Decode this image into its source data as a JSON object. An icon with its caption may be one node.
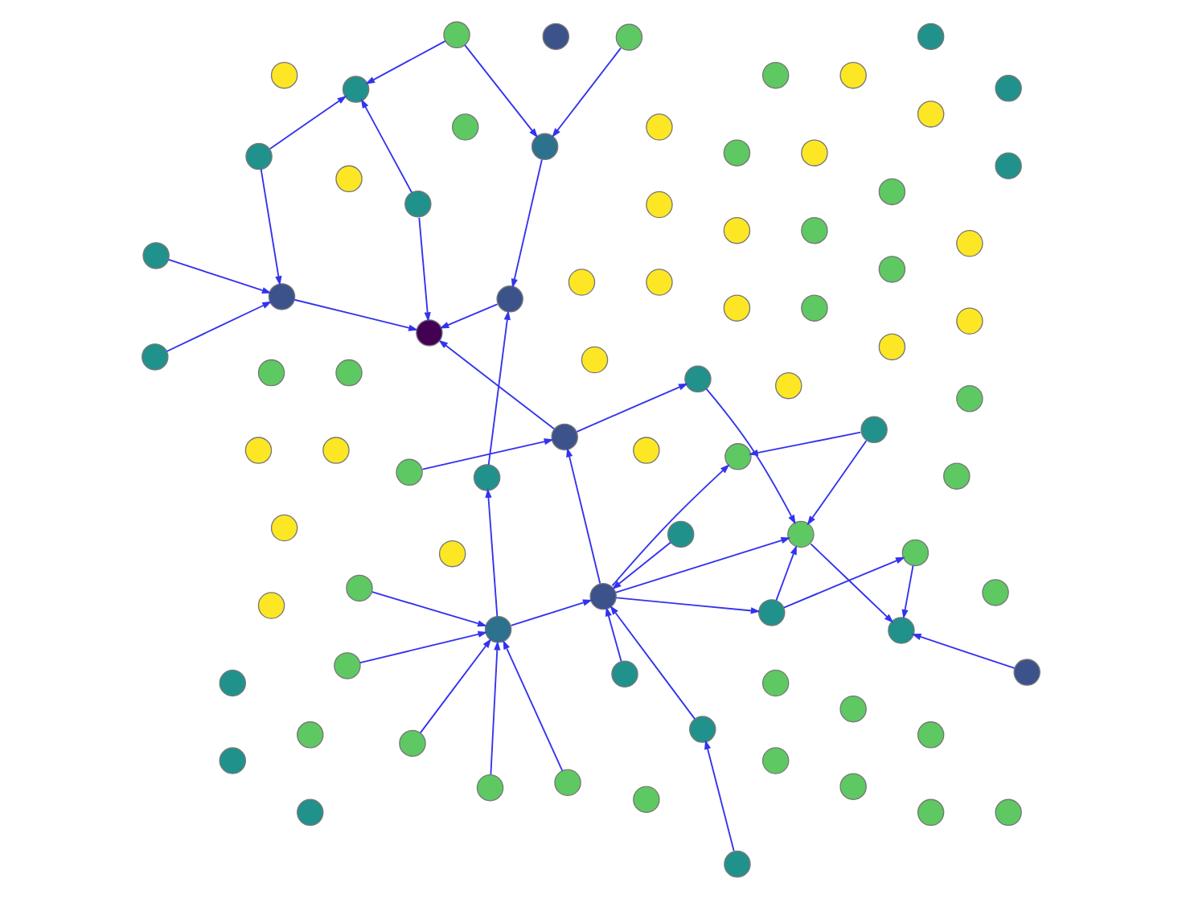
{
  "diagram": {
    "nodes": [
      {
        "text": [],
        "shape": "circle"
      },
      {
        "text": [],
        "shape": "circle"
      },
      {
        "text": [],
        "shape": "circle"
      },
      {
        "text": [],
        "shape": "circle"
      },
      {
        "text": [],
        "shape": "circle"
      },
      {
        "text": [],
        "shape": "circle"
      },
      {
        "text": [],
        "shape": "circle"
      },
      {
        "text": [],
        "shape": "circle"
      },
      {
        "text": [],
        "shape": "circle"
      },
      {
        "text": [],
        "shape": "circle"
      },
      {
        "text": [],
        "shape": "circle"
      },
      {
        "text": [],
        "shape": "circle"
      },
      {
        "text": [],
        "shape": "circle"
      },
      {
        "text": [],
        "shape": "circle"
      },
      {
        "text": [],
        "shape": "circle"
      },
      {
        "text": [],
        "shape": "circle"
      },
      {
        "text": [],
        "shape": "circle"
      },
      {
        "text": [],
        "shape": "circle"
      },
      {
        "text": [],
        "shape": "circle"
      },
      {
        "text": [],
        "shape": "circle"
      },
      {
        "text": [],
        "shape": "circle"
      },
      {
        "text": [],
        "shape": "circle"
      },
      {
        "text": [],
        "shape": "circle"
      },
      {
        "text": [],
        "shape": "circle"
      },
      {
        "text": [],
        "shape": "circle"
      },
      {
        "text": [],
        "shape": "circle"
      },
      {
        "text": [],
        "shape": "circle"
      },
      {
        "text": [],
        "shape": "circle"
      },
      {
        "text": [],
        "shape": "circle"
      },
      {
        "text": [],
        "shape": "circle"
      },
      {
        "text": [],
        "shape": "circle"
      },
      {
        "text": [],
        "shape": "circle"
      },
      {
        "text": [],
        "shape": "circle"
      },
      {
        "text": [],
        "shape": "circle"
      },
      {
        "text": [],
        "shape": "circle"
      },
      {
        "text": [],
        "shape": "circle"
      },
      {
        "text": [],
        "shape": "circle"
      },
      {
        "text": [],
        "shape": "circle"
      },
      {
        "text": [],
        "shape": "circle"
      },
      {
        "text": [],
        "shape": "circle"
      },
      {
        "text": [],
        "shape": "circle"
      },
      {
        "text": [],
        "shape": "circle"
      },
      {
        "text": [],
        "shape": "circle"
      },
      {
        "text": [],
        "shape": "circle"
      },
      {
        "text": [],
        "shape": "circle"
      },
      {
        "text": [],
        "shape": "circle"
      },
      {
        "text": [],
        "shape": "circle"
      },
      {
        "text": [],
        "shape": "circle"
      },
      {
        "text": [],
        "shape": "circle"
      },
      {
        "text": [],
        "shape": "circle"
      },
      {
        "text": [],
        "shape": "circle"
      },
      {
        "text": [],
        "shape": "circle"
      },
      {
        "text": [],
        "shape": "circle"
      },
      {
        "text": [],
        "shape": "circle"
      },
      {
        "text": [],
        "shape": "circle"
      },
      {
        "text": [],
        "shape": "circle"
      },
      {
        "text": [],
        "shape": "circle"
      },
      {
        "text": [],
        "shape": "circle"
      },
      {
        "text": [],
        "shape": "circle"
      },
      {
        "text": [],
        "shape": "circle"
      },
      {
        "text": [],
        "shape": "circle"
      },
      {
        "text": [],
        "shape": "circle"
      },
      {
        "text": [],
        "shape": "circle"
      },
      {
        "text": [],
        "shape": "circle"
      },
      {
        "text": [],
        "shape": "circle"
      },
      {
        "text": [],
        "shape": "circle"
      },
      {
        "text": [],
        "shape": "circle"
      },
      {
        "text": [],
        "shape": "circle"
      },
      {
        "text": [],
        "shape": "circle"
      },
      {
        "text": [],
        "shape": "circle"
      },
      {
        "text": [],
        "shape": "circle"
      },
      {
        "text": [],
        "shape": "circle"
      },
      {
        "text": [],
        "shape": "circle"
      },
      {
        "text": [],
        "shape": "circle"
      },
      {
        "text": [],
        "shape": "circle"
      },
      {
        "text": [],
        "shape": "circle"
      },
      {
        "text": [],
        "shape": "circle"
      },
      {
        "text": [],
        "shape": "circle"
      },
      {
        "text": [],
        "shape": "circle"
      },
      {
        "text": [],
        "shape": "circle"
      },
      {
        "text": [],
        "shape": "circle"
      },
      {
        "text": [],
        "shape": "circle"
      },
      {
        "text": [],
        "shape": "circle"
      }
    ],
    "edges": [
      {
        "from": 26,
        "to": 39,
        "arrow": "to"
      },
      {
        "from": 21,
        "to": 39,
        "arrow": "to"
      },
      {
        "from": 17,
        "to": 39,
        "arrow": "to"
      },
      {
        "from": 35,
        "to": 39,
        "arrow": "to"
      },
      {
        "from": 23,
        "to": 39,
        "arrow": "to"
      },
      {
        "from": 39,
        "to": 63,
        "arrow": "to"
      },
      {
        "from": 39,
        "to": 49,
        "arrow": "to"
      },
      {
        "from": 49,
        "to": 72,
        "arrow": "to"
      },
      {
        "from": 27,
        "to": 70,
        "arrow": "to"
      },
      {
        "from": 45,
        "to": 55,
        "arrow": "to"
      },
      {
        "from": 55,
        "to": 63,
        "arrow": "to"
      },
      {
        "from": 36,
        "to": 63,
        "arrow": "to"
      },
      {
        "from": 32,
        "to": 63,
        "arrow": "to"
      },
      {
        "from": 63,
        "to": 40,
        "arrow": "to"
      },
      {
        "from": 63,
        "to": 43,
        "arrow": "to"
      },
      {
        "from": 63,
        "to": 48,
        "arrow": "to"
      },
      {
        "from": 63,
        "to": 70,
        "arrow": "to"
      },
      {
        "from": 70,
        "to": 81,
        "arrow": "to"
      },
      {
        "from": 72,
        "to": 81,
        "arrow": "to"
      },
      {
        "from": 76,
        "to": 81,
        "arrow": "to"
      },
      {
        "from": 64,
        "to": 81,
        "arrow": "to"
      },
      {
        "from": 70,
        "to": 54,
        "arrow": "to"
      },
      {
        "from": 54,
        "to": 43,
        "arrow": "to"
      },
      {
        "from": 44,
        "to": 43,
        "arrow": "to"
      },
      {
        "from": 44,
        "to": 48,
        "arrow": "to"
      },
      {
        "from": 40,
        "to": 43,
        "arrow": "to"
      },
      {
        "from": 40,
        "to": 41,
        "arrow": "to"
      },
      {
        "from": 43,
        "to": 62,
        "arrow": "to"
      },
      {
        "from": 41,
        "to": 62,
        "arrow": "to"
      },
      {
        "from": 74,
        "to": 62,
        "arrow": "to"
      },
      {
        "from": 46,
        "to": 59,
        "arrow": "to"
      },
      {
        "from": 56,
        "to": 59,
        "arrow": "to"
      },
      {
        "from": 56,
        "to": 67,
        "arrow": "to"
      },
      {
        "from": 64,
        "to": 67,
        "arrow": "to"
      },
      {
        "from": 65,
        "to": 67,
        "arrow": "to"
      },
      {
        "from": 65,
        "to": 76,
        "arrow": "to"
      },
      {
        "from": 59,
        "to": 72,
        "arrow": "to"
      },
      {
        "from": 69,
        "to": 76,
        "arrow": "to"
      },
      {
        "from": 75,
        "to": 76,
        "arrow": "to"
      }
    ]
  }
}
